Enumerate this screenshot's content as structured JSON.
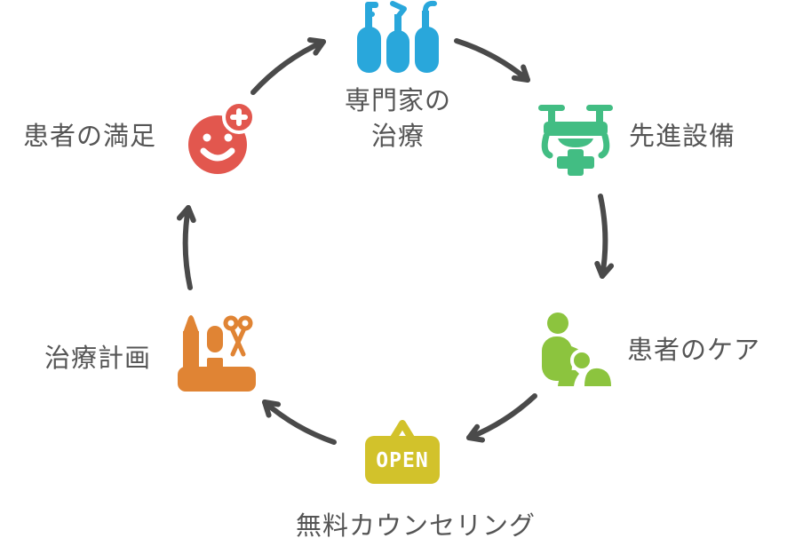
{
  "diagram": {
    "type": "cycle",
    "direction": "clockwise",
    "background_color": "#ffffff",
    "arrow_color": "#4a4a4a",
    "label_color": "#555555",
    "nodes": {
      "expert_treatment": {
        "label_line1": "専門家の",
        "label_line2": "治療",
        "icon": "ampoules-icon",
        "color": "#29a7db"
      },
      "advanced_equipment": {
        "label": "先進設備",
        "icon": "medical-drone-icon",
        "color": "#42bd83"
      },
      "patient_care": {
        "label": "患者のケア",
        "icon": "caregiver-and-patient-icon",
        "color": "#8cc43e"
      },
      "free_counseling": {
        "label": "無料カウンセリング",
        "sign_text": "OPEN",
        "icon": "open-sign-icon",
        "color": "#d2c22b"
      },
      "treatment_plan": {
        "label": "治療計画",
        "icon": "stationery-icon",
        "color": "#e08434"
      },
      "patient_satisfaction": {
        "label": "患者の満足",
        "icon": "smiley-plus-icon",
        "color": "#e2574e"
      }
    }
  }
}
